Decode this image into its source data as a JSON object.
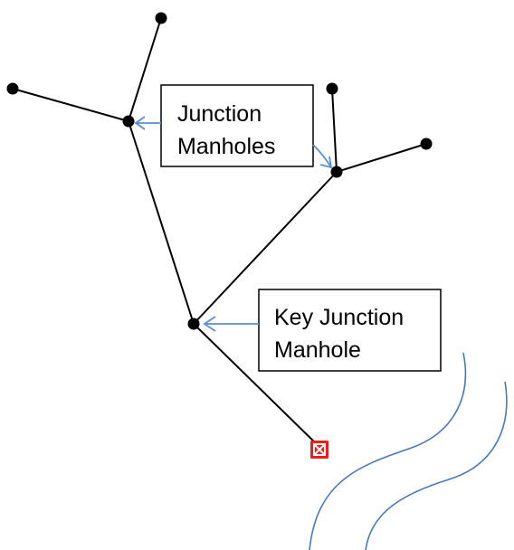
{
  "labels": {
    "junction": {
      "line1": "Junction",
      "line2": "Manholes"
    },
    "key_junction": {
      "line1": "Key Junction",
      "line2": "Manhole"
    }
  },
  "colors": {
    "pipe": "#000000",
    "manhole": "#000000",
    "callout_arrow": "#5a8ed0",
    "river": "#4a78b8",
    "outfall": "#ee1c1c"
  },
  "icons": {
    "manhole": "filled-circle",
    "outfall": "red-square-with-x"
  }
}
